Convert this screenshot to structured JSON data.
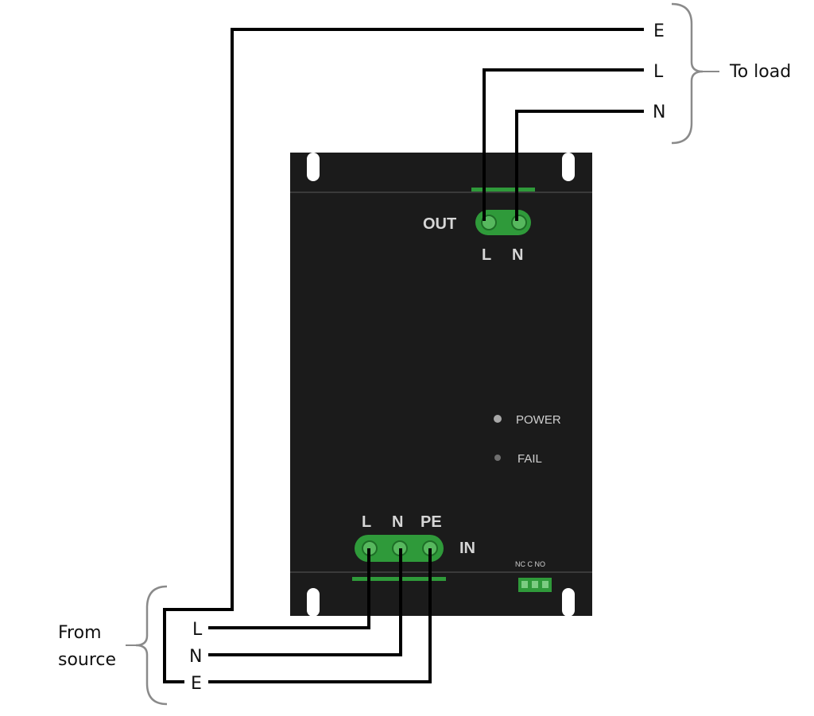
{
  "output_labels": {
    "earth": "E",
    "line": "L",
    "neutral": "N",
    "group": "To load"
  },
  "input_labels": {
    "line": "L",
    "neutral": "N",
    "earth": "E",
    "group_line1": "From",
    "group_line2": "source"
  },
  "device": {
    "out_label": "OUT",
    "out_terminals": [
      "L",
      "N"
    ],
    "in_label": "IN",
    "in_terminals": [
      "L",
      "N",
      "PE"
    ],
    "indicators": {
      "power": "POWER",
      "fail": "FAIL"
    },
    "relay_contacts": "NC C NO"
  },
  "colors": {
    "device_body": "#1b1b1b",
    "terminal_green": "#2f9a3a",
    "wire": "#000000",
    "brace": "#8a8a8a"
  }
}
